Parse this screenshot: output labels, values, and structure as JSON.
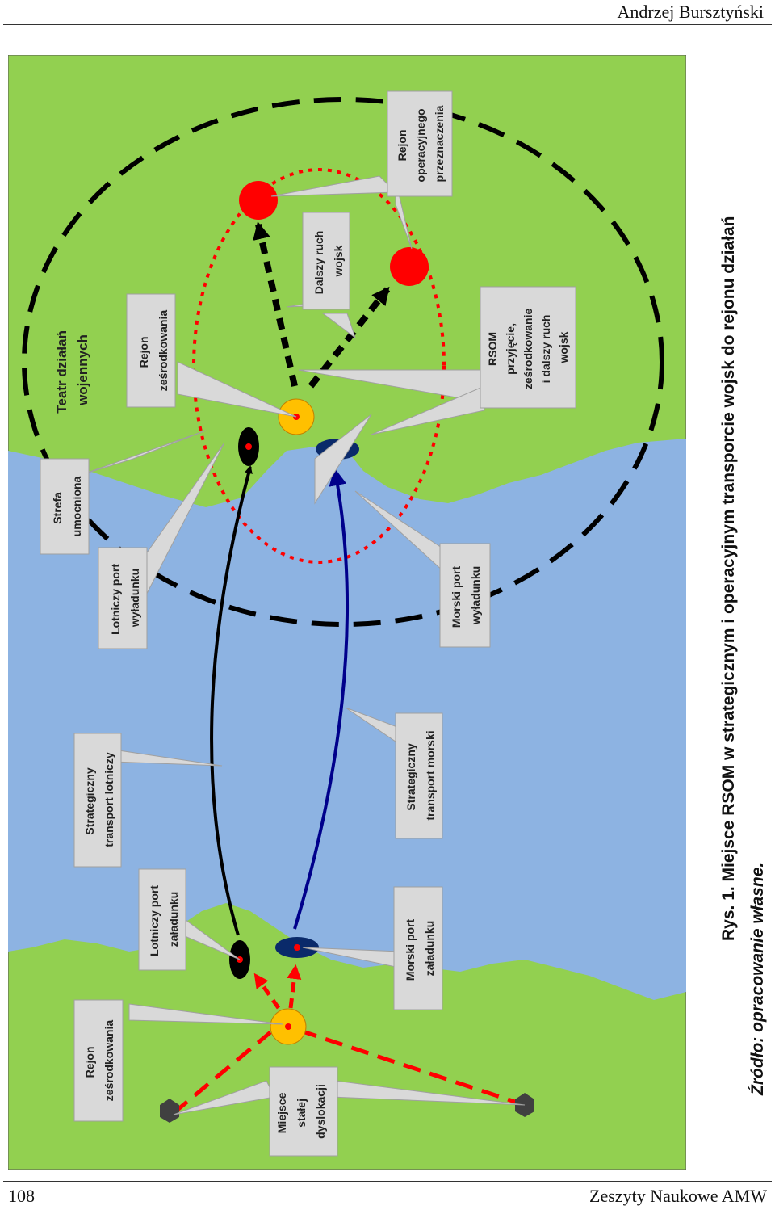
{
  "header": {
    "author": "Andrzej Bursztyński"
  },
  "footer": {
    "page_number": "108",
    "journal": "Zeszyty Naukowe AMW"
  },
  "caption": {
    "title": "Rys. 1. Miejsce RSOM w strategicznym i operacyjnym transporcie wojsk do rejonu działań",
    "source": "Źródło: opracowanie własne."
  },
  "colors": {
    "land": "#92d050",
    "sea": "#8db3e2",
    "label_box": "#d9d9d9",
    "accent_red": "#ff0000",
    "air_route": "#000000",
    "sea_route": "#00008b",
    "concentration_area": "#ffc000"
  },
  "diagram": {
    "labels": {
      "theatre": [
        "Teatr działań",
        "wojennych"
      ],
      "fortified_zone": [
        "Strefa",
        "umocniona"
      ],
      "air_unload_port": [
        "Lotniczy port",
        "wyładunku"
      ],
      "concentration_area_theatre": [
        "Rejon",
        "ześrodkowania"
      ],
      "further_movement": [
        "Dalszy ruch",
        "wojsk"
      ],
      "operational_destination": [
        "Rejon",
        "operacyjnego",
        "przeznaczenia"
      ],
      "rsom": [
        "RSOM",
        "przyjęcie,",
        "ześrodkowanie",
        "i dalszy ruch",
        "wojsk"
      ],
      "sea_unload_port": [
        "Morski port",
        "wyładunku"
      ],
      "strategic_air_transport": [
        "Strategiczny",
        "transport lotniczy"
      ],
      "strategic_sea_transport": [
        "Strategiczny",
        "transport morski"
      ],
      "air_load_port": [
        "Lotniczy port",
        "załadunku"
      ],
      "sea_load_port": [
        "Morski port",
        "załadunku"
      ],
      "concentration_area_home": [
        "Rejon",
        "ześrodkowania"
      ],
      "home_station": [
        "Miejsce",
        "stałej",
        "dyslokacji"
      ]
    }
  }
}
